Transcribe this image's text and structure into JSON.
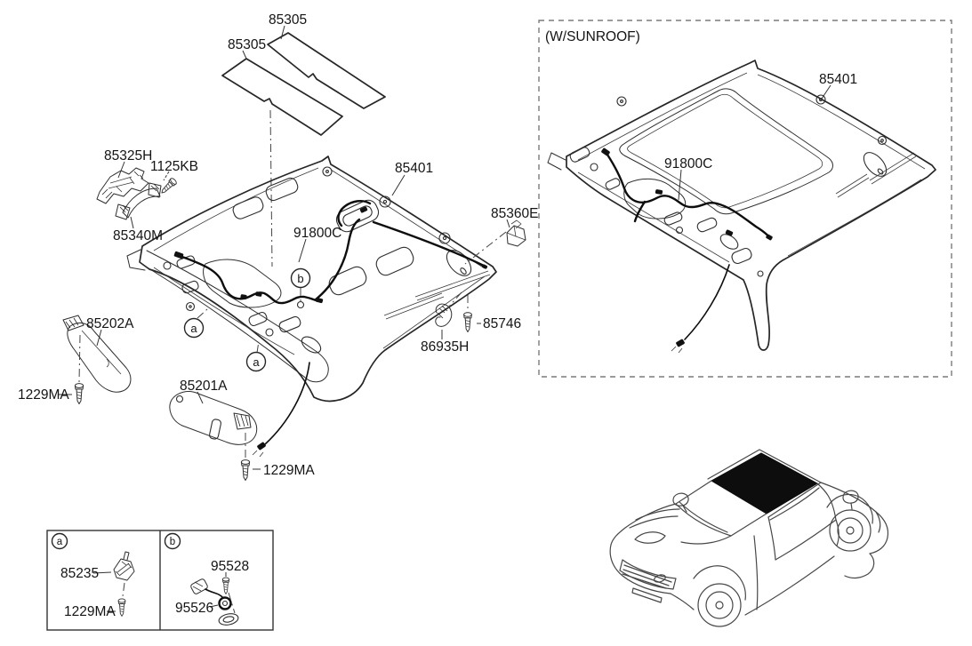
{
  "part_labels": {
    "pad_upper": "85305",
    "pad_lower": "85305",
    "bracket": "85325H",
    "bracket_bolt": "1125KB",
    "assist_handle": "85340M",
    "headlining": "85401",
    "roof_wiring": "91800C",
    "retainer_clip": "85360E",
    "rear_screw": "85746",
    "coat_hook": "86935H",
    "sunvisor_left": "85202A",
    "sunvisor_left_screw": "1229MA",
    "sunvisor_right": "85201A",
    "sunvisor_right_screw": "1229MA"
  },
  "callouts": {
    "a": "a",
    "b": "b"
  },
  "sunroof_section": {
    "caption": "(W/SUNROOF)",
    "headlining": "85401",
    "roof_wiring": "91800C"
  },
  "detail_table": {
    "cell_a": {
      "callout": "a",
      "bracket": "85235",
      "screw": "1229MA"
    },
    "cell_b": {
      "callout": "b",
      "screw": "95528",
      "mic": "95526"
    }
  },
  "colors": {
    "line": "#262626",
    "background": "#ffffff"
  }
}
